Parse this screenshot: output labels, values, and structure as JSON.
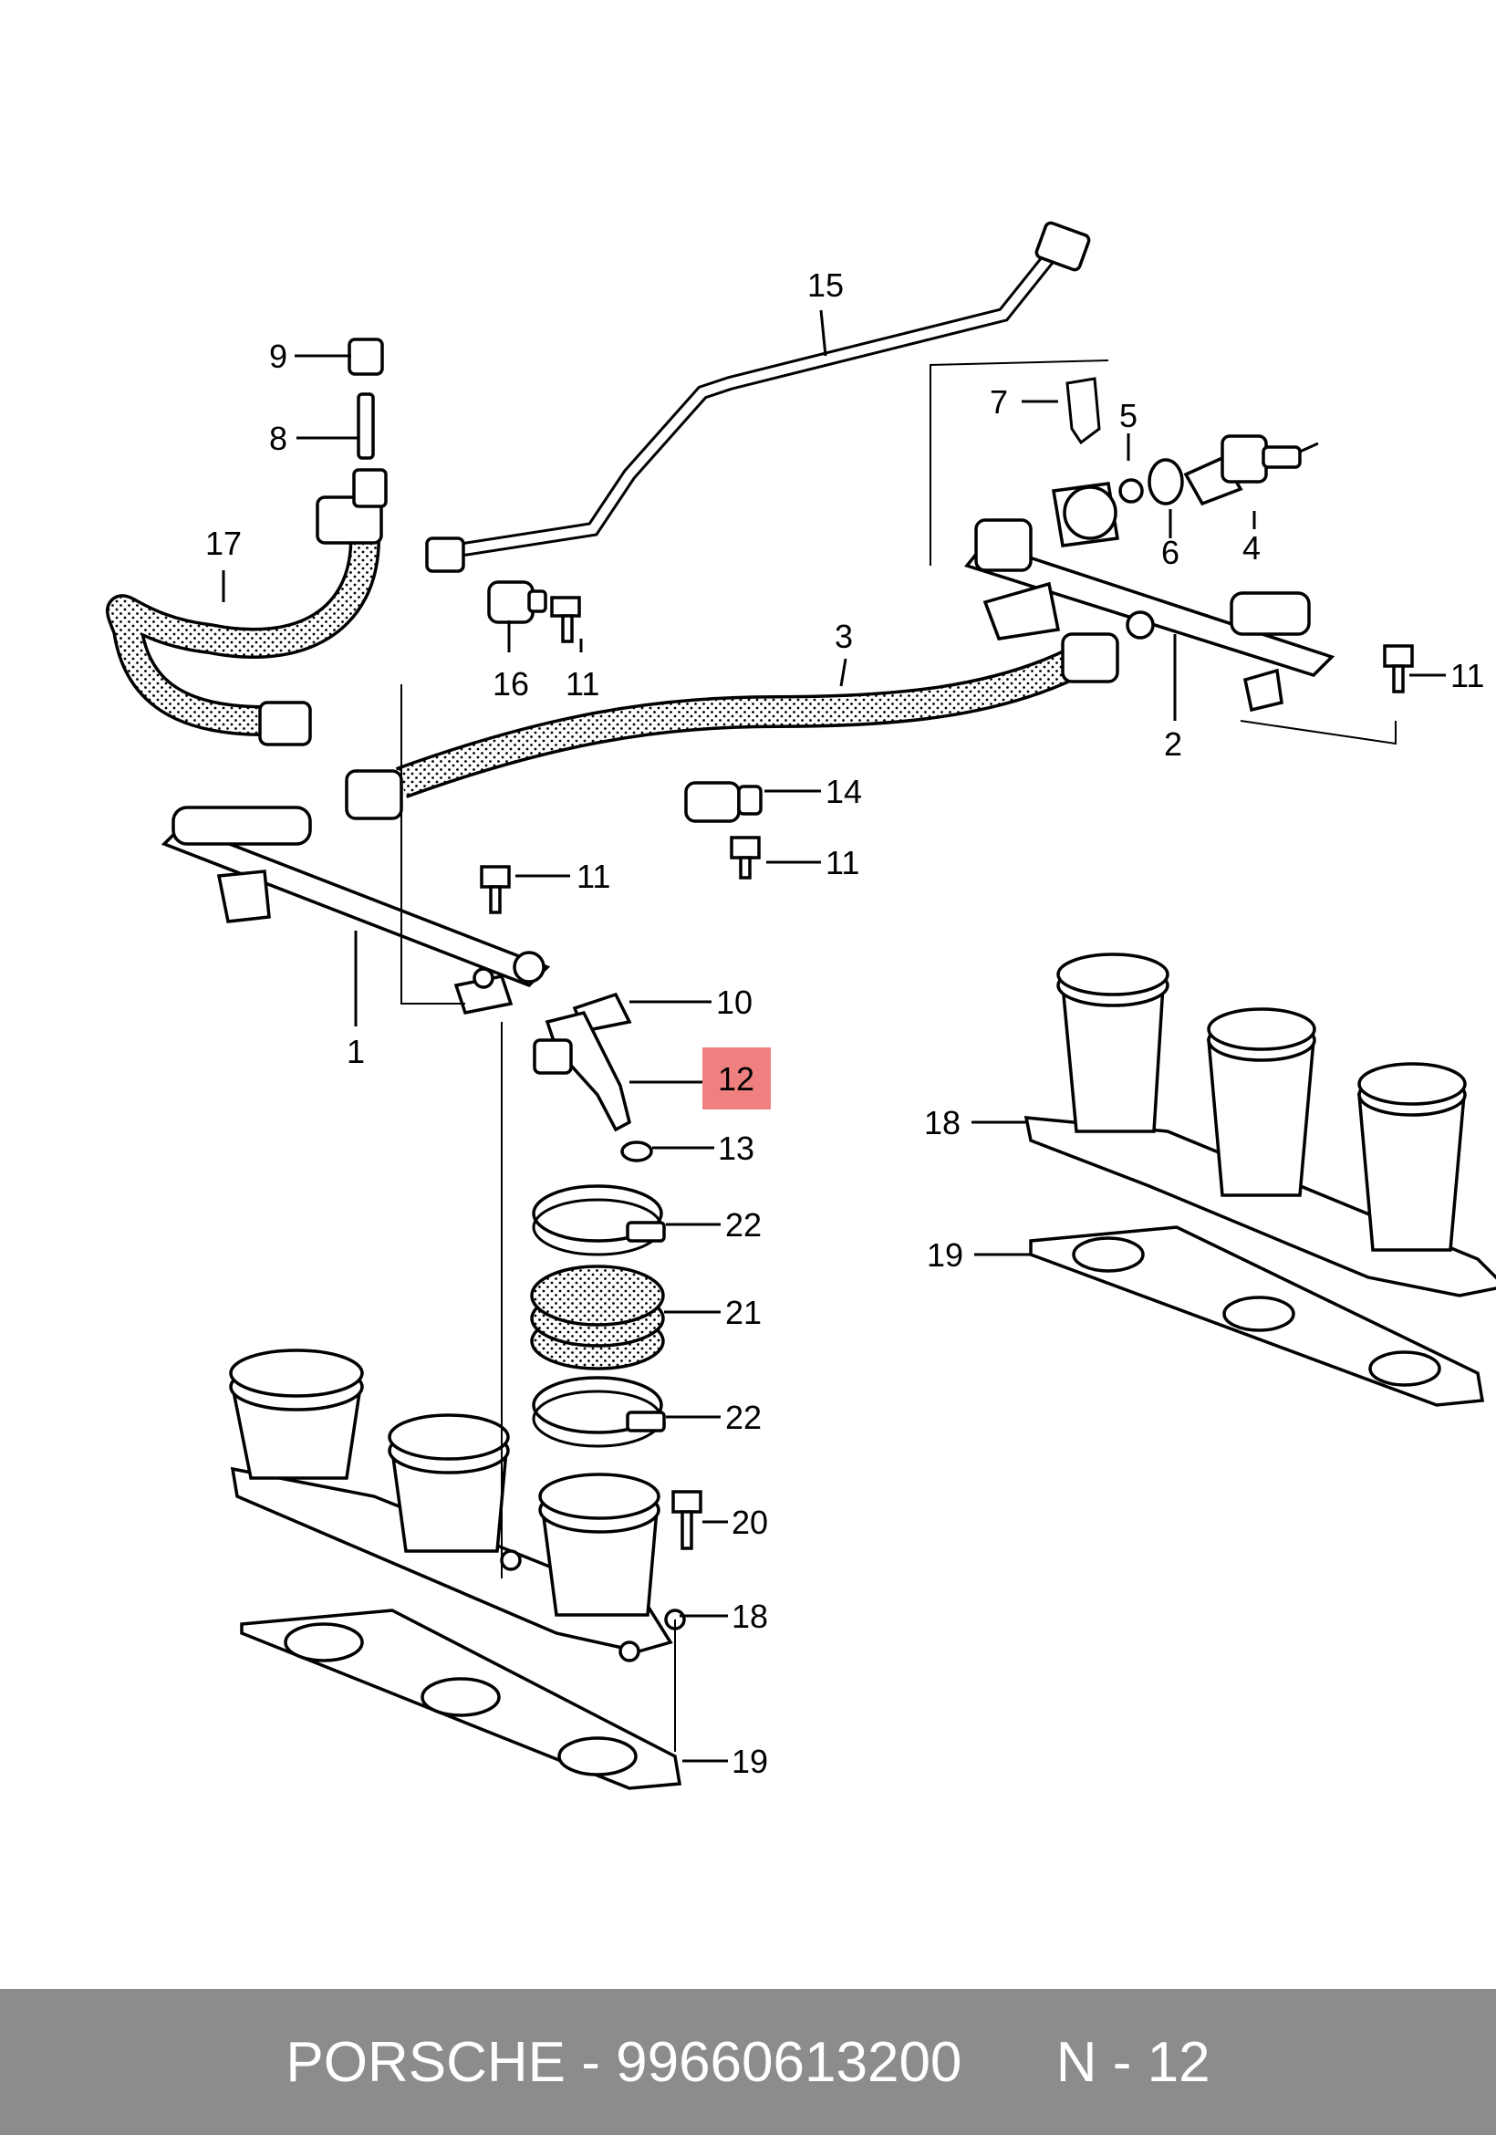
{
  "callouts": {
    "c1": "1",
    "c2": "2",
    "c3": "3",
    "c4": "4",
    "c5": "5",
    "c6": "6",
    "c7": "7",
    "c8": "8",
    "c9": "9",
    "c10": "10",
    "c11a": "11",
    "c11b": "11",
    "c11c": "11",
    "c11d": "11",
    "c12": "12",
    "c13": "13",
    "c14": "14",
    "c15": "15",
    "c16": "16",
    "c17": "17",
    "c18a": "18",
    "c18b": "18",
    "c19a": "19",
    "c19b": "19",
    "c20": "20",
    "c21": "21",
    "c22a": "22",
    "c22b": "22"
  },
  "highlight": {
    "part": "12",
    "color": "#f08080"
  },
  "footer": {
    "brand": "PORSCHE",
    "separator": "-",
    "part_number": "99660613200",
    "position": "N - 12"
  }
}
